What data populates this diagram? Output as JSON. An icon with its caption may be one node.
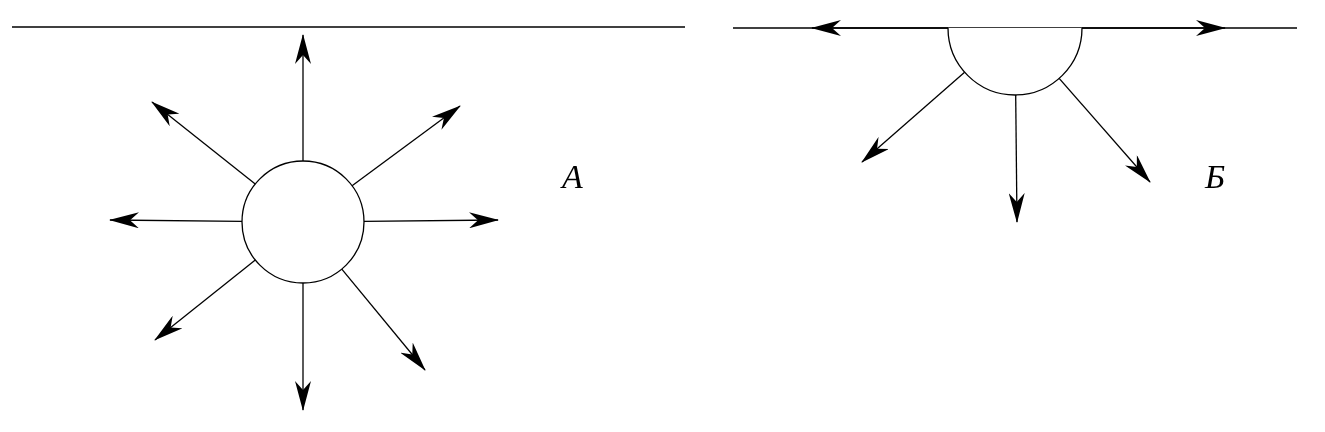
{
  "diagram": {
    "nodes": [
      {
        "text": [],
        "shape": "circle"
      },
      {
        "text": [],
        "shape": "semicircle"
      }
    ],
    "edges": [
      {
        "from": 0,
        "to": null,
        "arrow": "to"
      },
      {
        "from": 0,
        "to": null,
        "arrow": "to"
      },
      {
        "from": 0,
        "to": null,
        "arrow": "to"
      },
      {
        "from": 0,
        "to": null,
        "arrow": "to"
      },
      {
        "from": 0,
        "to": null,
        "arrow": "to"
      },
      {
        "from": 0,
        "to": null,
        "arrow": "to"
      },
      {
        "from": 0,
        "to": null,
        "arrow": "to"
      },
      {
        "from": 0,
        "to": null,
        "arrow": "to"
      },
      {
        "from": 1,
        "to": null,
        "arrow": "to"
      },
      {
        "from": 1,
        "to": null,
        "arrow": "to"
      },
      {
        "from": 1,
        "to": null,
        "arrow": "to"
      },
      {
        "from": 1,
        "to": null,
        "arrow": "to"
      },
      {
        "from": 1,
        "to": null,
        "arrow": "to"
      }
    ],
    "labels": [
      "А",
      "Б"
    ]
  }
}
